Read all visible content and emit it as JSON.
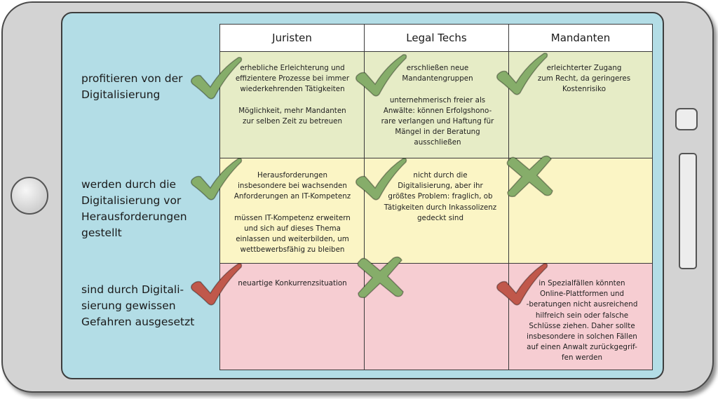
{
  "columns": [
    "Juristen",
    "Legal Techs",
    "Mandanten"
  ],
  "rows": [
    {
      "label": "profitieren von der\nDigitalisierung",
      "cells": [
        {
          "mark": "check",
          "mark_color": "green",
          "text": "erhebliche Erleichterung und\neffizientere Prozesse bei immer\nwiederkehrenden Tätigkeiten\n\nMöglichkeit, mehr Mandanten\nzur selben Zeit zu betreuen"
        },
        {
          "mark": "check",
          "mark_color": "green",
          "text": "erschließen neue\nMandantengruppen\n\nunternehmerisch freier als\nAnwälte: können Erfolgshono-\nrare verlangen und Haftung für\nMängel in der Beratung\nausschließen"
        },
        {
          "mark": "check",
          "mark_color": "green",
          "text": "erleichterter Zugang\nzum Recht, da geringeres\nKostenrisiko"
        }
      ]
    },
    {
      "label": "werden durch die\nDigitalisierung vor\nHerausforderungen\ngestellt",
      "cells": [
        {
          "mark": "check",
          "mark_color": "green",
          "text": "Herausforderungen\ninsbesondere bei wachsenden\nAnforderungen an IT-Kompetenz\n\nmüssen IT-Kompetenz erweitern\nund sich auf dieses Thema\neinlassen und weiterbilden, um\nwettbewerbsfähig zu bleiben"
        },
        {
          "mark": "check",
          "mark_color": "green",
          "text": "nicht durch die\nDigitalisierung, aber ihr\ngrößtes Problem: fraglich, ob\nTätigkeiten durch Inkassolizenz\ngedeckt sind"
        },
        {
          "mark": "cross",
          "mark_color": "green",
          "text": ""
        }
      ]
    },
    {
      "label": "sind durch Digitali-\nsierung gewissen\nGefahren ausgesetzt",
      "cells": [
        {
          "mark": "check",
          "mark_color": "red",
          "text": "neuartige Konkurrenzsituation"
        },
        {
          "mark": "cross",
          "mark_color": "green",
          "text": ""
        },
        {
          "mark": "check",
          "mark_color": "red",
          "text": "in Spezialfällen könnten\nOnline-Plattformen und\n-beratungen nicht ausreichend\nhilfreich sein oder falsche\nSchlüsse ziehen. Daher sollte\ninsbesondere in solchen Fällen\nauf einen Anwalt zurückgegrif-\nfen werden"
        }
      ]
    }
  ],
  "colors": {
    "green_mark": "#86ad6a",
    "red_mark": "#c0584b",
    "row1_bg": "#e6ecc6",
    "row2_bg": "#fbf5c5",
    "row3_bg": "#f6cdd2",
    "screen_bg": "#b3dde6"
  }
}
